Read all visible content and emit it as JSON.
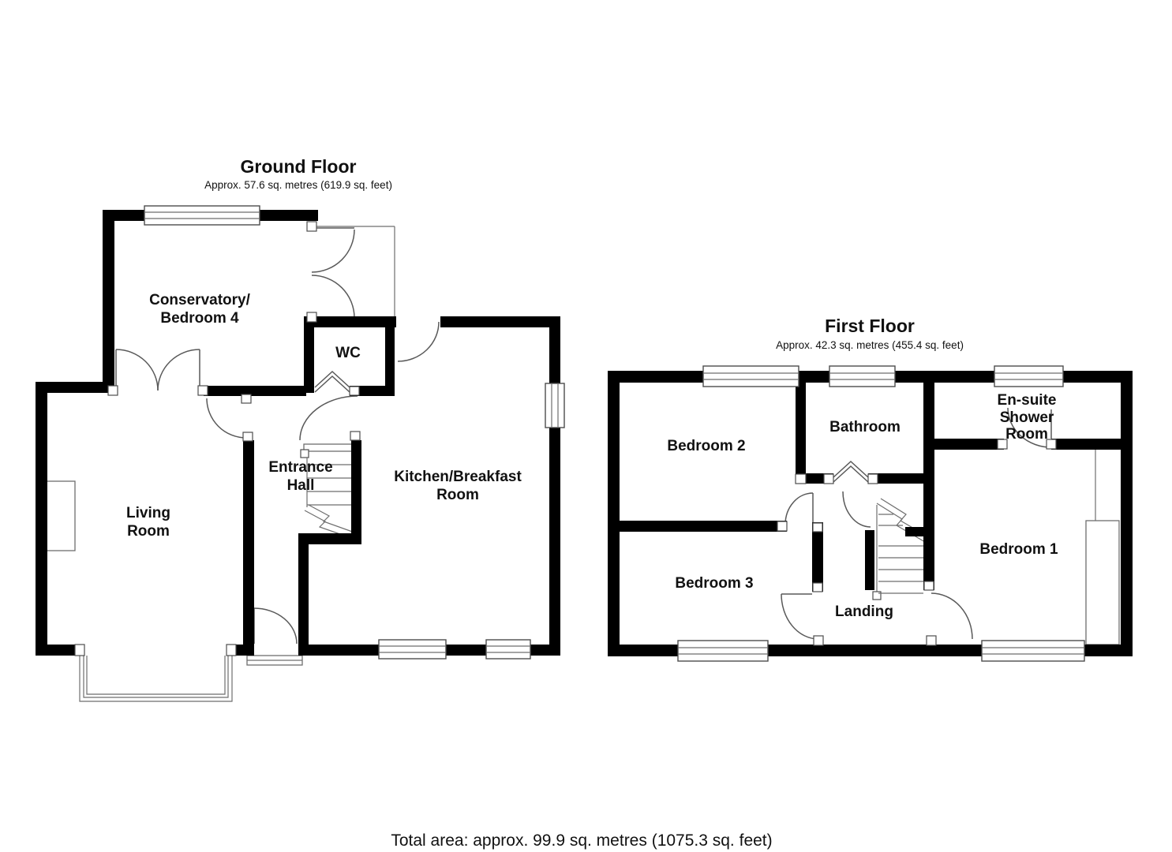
{
  "ground_floor": {
    "title": "Ground Floor",
    "subtitle": "Approx. 57.6 sq. metres (619.9 sq. feet)",
    "rooms": {
      "conservatory": [
        "Conservatory/",
        "Bedroom 4"
      ],
      "wc": "WC",
      "living": [
        "Living",
        "Room"
      ],
      "hall": [
        "Entrance",
        "Hall"
      ],
      "kitchen": [
        "Kitchen/Breakfast",
        "Room"
      ]
    }
  },
  "first_floor": {
    "title": "First Floor",
    "subtitle": "Approx. 42.3 sq. metres (455.4 sq. feet)",
    "rooms": {
      "bedroom2": "Bedroom 2",
      "bathroom": "Bathroom",
      "ensuite": [
        "En-suite",
        "Shower",
        "Room"
      ],
      "bedroom1": "Bedroom 1",
      "bedroom3": "Bedroom 3",
      "landing": "Landing"
    }
  },
  "footer": {
    "total_area": "Total area: approx. 99.9 sq. metres (1075.3 sq. feet)"
  },
  "colors": {
    "wall": "#000000",
    "line": "#595959",
    "background": "#ffffff",
    "text": "#111111"
  }
}
